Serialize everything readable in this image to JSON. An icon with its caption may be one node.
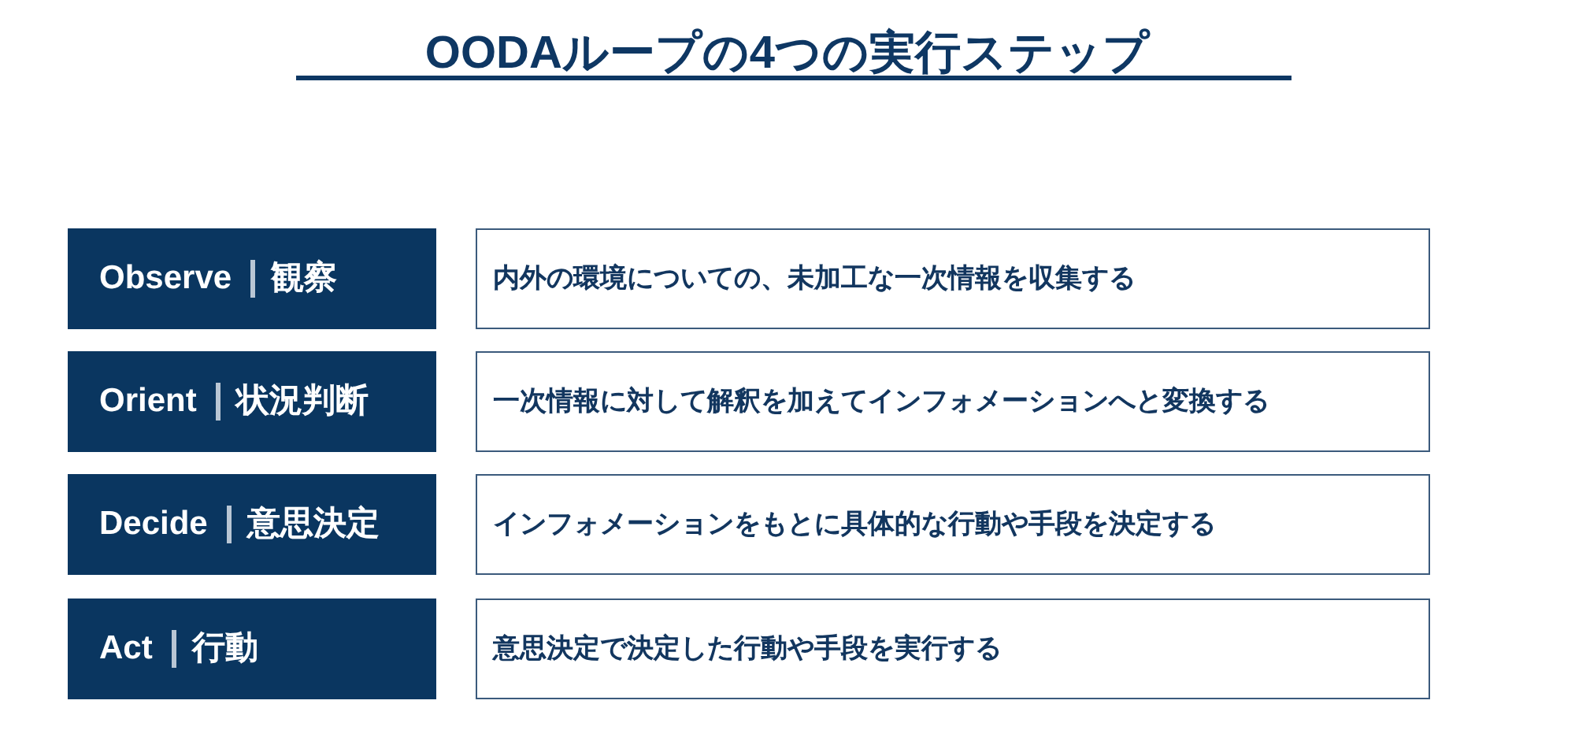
{
  "diagram": {
    "title": "OODAループの4つの実行ステップ",
    "nodes": [
      {
        "text": [
          "Observe",
          "観察"
        ]
      },
      {
        "text": [
          "内外の環境についての、未加工な一次情報を収集する"
        ]
      },
      {
        "text": [
          "Orient",
          "状況判断"
        ]
      },
      {
        "text": [
          "一次情報に対して解釈を加えてインフォメーションへと変換する"
        ]
      },
      {
        "text": [
          "Decide",
          "意思決定"
        ]
      },
      {
        "text": [
          "インフォメーションをもとに具体的な行動や手段を決定する"
        ]
      },
      {
        "text": [
          "Act",
          "行動"
        ]
      },
      {
        "text": [
          "意思決定で決定した行動や手段を実行する"
        ]
      }
    ]
  }
}
